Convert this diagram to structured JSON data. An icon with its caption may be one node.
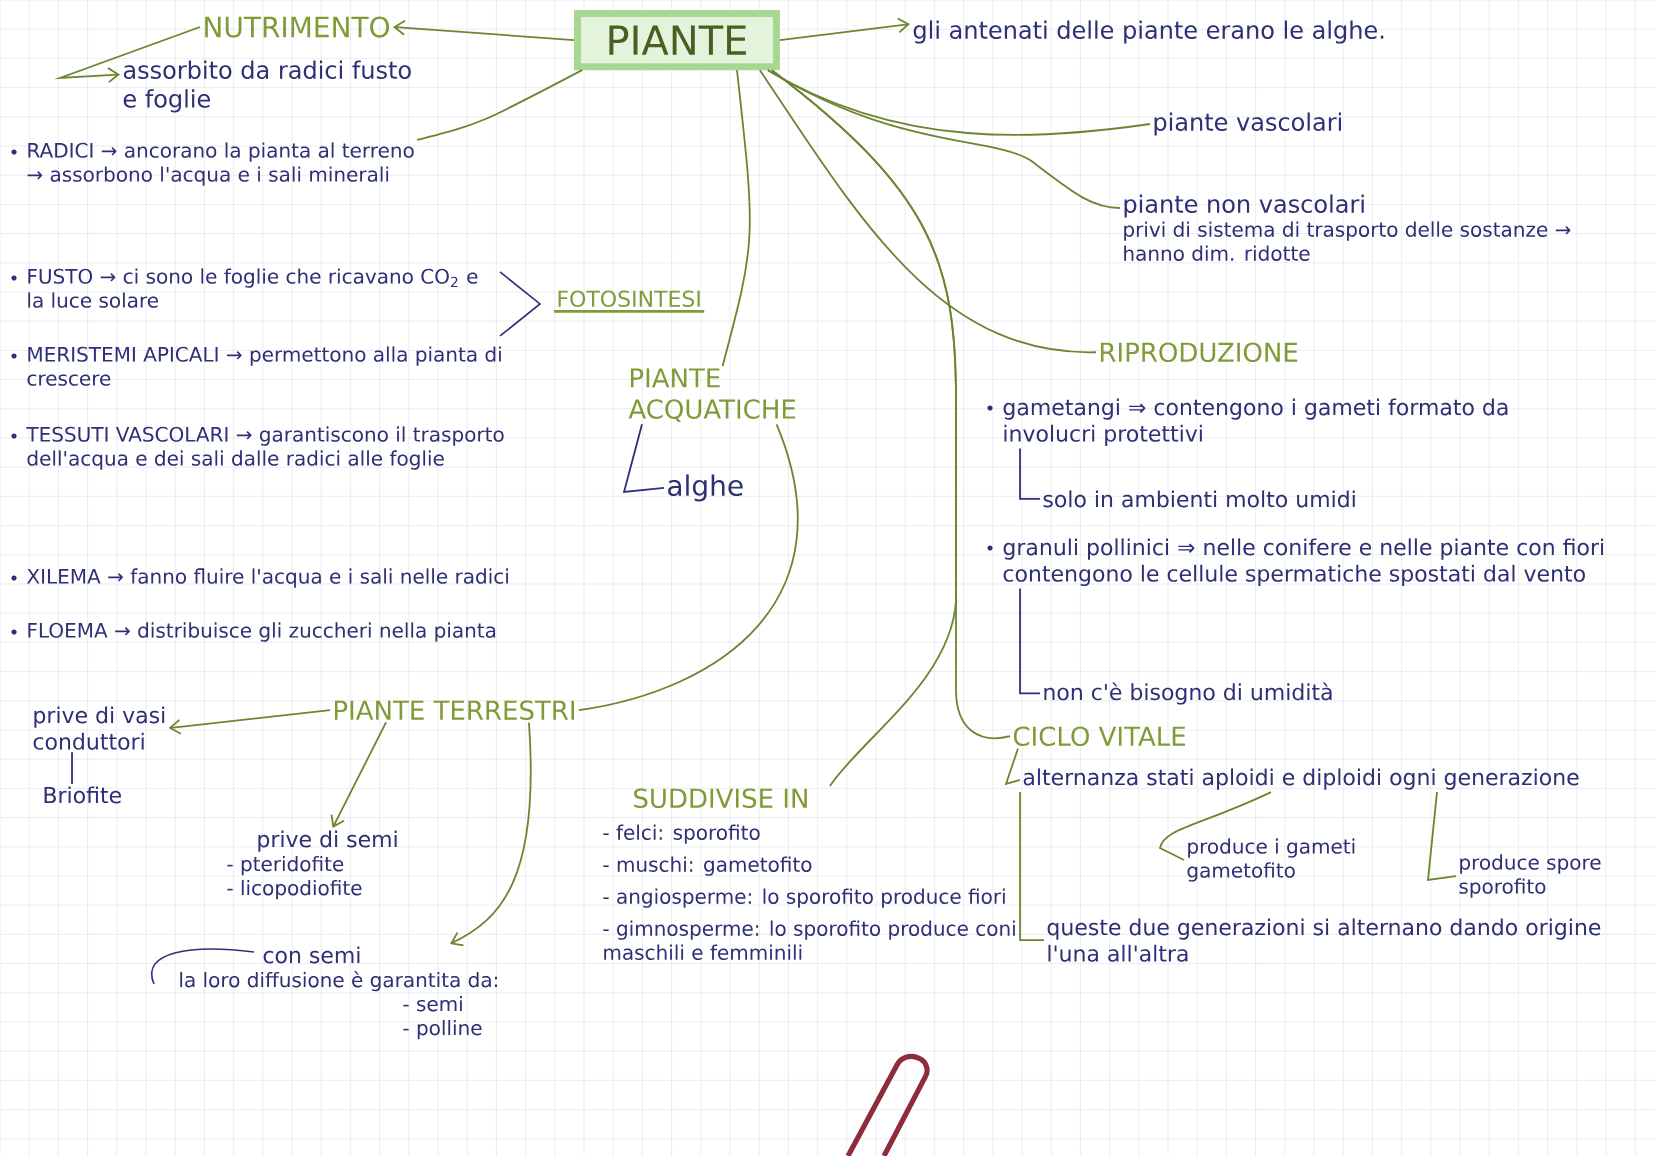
{
  "diagram": {
    "nodes": [
      {
        "text": [
          "PIANTE"
        ]
      },
      {
        "text": [
          "NUTRIMENTO"
        ]
      },
      {
        "text": [
          "assorbito da radici fusto e foglie"
        ]
      },
      {
        "text": [
          "gli antenati delle piante erano le alghe."
        ]
      },
      {
        "text": [
          "piante vascolari"
        ]
      },
      {
        "text": [
          "piante non vascolari",
          "privi di sistema di trasporto delle sostanze → hanno dim. ridotte"
        ]
      },
      {
        "text": [
          "RADICI → ancorano la pianta al terreno → assorbono l'acqua e i sali minerali"
        ]
      },
      {
        "text": [
          "RIPRODUZIONE"
        ]
      },
      {
        "text": [
          "PIANTE ACQUATICHE"
        ]
      },
      {
        "text": [
          "alghe"
        ]
      },
      {
        "text": [
          "gametangi ⇒ contengono i gameti formato da involucri protettivi"
        ]
      },
      {
        "text": [
          "solo in ambienti molto umidi"
        ]
      },
      {
        "text": [
          "granuli pollinici ⇒ nelle conifere e nelle piante con fiori contengono le cellule spermatiche spostati dal vento"
        ]
      },
      {
        "text": [
          "non c'è bisogno di umidità"
        ]
      },
      {
        "text": [
          "prive di vasi conduttori"
        ]
      },
      {
        "text": [
          "PIANTE TERRESTRI"
        ]
      },
      {
        "text": [
          "Briofite"
        ]
      },
      {
        "text": [
          "CICLO VITALE"
        ]
      },
      {
        "text": [
          "alternanza stati aploidi e diploidi ogni generazione"
        ]
      },
      {
        "text": [
          "SUDDIVISE IN",
          "- felci: sporofito",
          "- muschi: gametofito",
          "- angiosperme: lo sporofito produce fiori",
          "- gimnosperme: lo sporofito produce coni maschili e femminili"
        ]
      },
      {
        "text": [
          "prive di semi",
          "- pteridofite",
          "- licopodiofite"
        ]
      },
      {
        "text": [
          "con semi",
          "la loro diffusione è garantita da:",
          "- semi",
          "- polline"
        ]
      },
      {
        "text": [
          "produce i gameti",
          "gametofito"
        ]
      },
      {
        "text": [
          "produce spore",
          "sporofito"
        ]
      },
      {
        "text": [
          "queste due generazioni si alternano dando origine l'una all'altra"
        ]
      }
    ],
    "edges": [
      {
        "from": 0,
        "to": 1,
        "arrow": "to"
      },
      {
        "from": 1,
        "to": 2,
        "arrow": "to"
      },
      {
        "from": 0,
        "to": 3,
        "arrow": "to"
      },
      {
        "from": 0,
        "to": 4,
        "arrow": "none"
      },
      {
        "from": 0,
        "to": 5,
        "arrow": "none"
      },
      {
        "from": 0,
        "to": 6,
        "arrow": "none"
      },
      {
        "from": 0,
        "to": 7,
        "arrow": "none"
      },
      {
        "from": 0,
        "to": 8,
        "arrow": "none"
      },
      {
        "from": 8,
        "to": 9,
        "arrow": "none",
        "color": "#2d3075"
      },
      {
        "from": 10,
        "to": 11,
        "arrow": "none",
        "color": "#2d3075"
      },
      {
        "from": 12,
        "to": 13,
        "arrow": "none",
        "color": "#2d3075"
      },
      {
        "from": 15,
        "to": 14,
        "arrow": "to"
      },
      {
        "from": 14,
        "to": 16,
        "arrow": "none",
        "color": "#2d3075"
      },
      {
        "from": 8,
        "to": 15,
        "arrow": "none"
      },
      {
        "from": 15,
        "to": 20,
        "arrow": "to"
      },
      {
        "from": 15,
        "to": 21,
        "arrow": "to"
      },
      {
        "from": 0,
        "to": 17,
        "arrow": "none"
      },
      {
        "from": 0,
        "to": 19,
        "arrow": "none"
      },
      {
        "from": 17,
        "to": 18,
        "arrow": "none"
      },
      {
        "from": 18,
        "to": 22,
        "arrow": "none"
      },
      {
        "from": 18,
        "to": 23,
        "arrow": "none"
      },
      {
        "from": 18,
        "to": 24,
        "arrow": "none"
      }
    ],
    "labels": [
      "FUSTO → ci sono le foglie che ricavano CO$_{2}$ e la luce solare",
      "FOTOSINTESI",
      "MERISTEMI APICALI → permettono alla pianta di crescere",
      "TESSUTI VASCOLARI → garantiscono il trasporto dell'acqua e dei sali dalle radici alle foglie",
      "XILEMA → fanno fluire l'acqua e i sali nelle radici",
      "FLOEMA → distribuisce gli zuccheri nella pianta"
    ]
  }
}
